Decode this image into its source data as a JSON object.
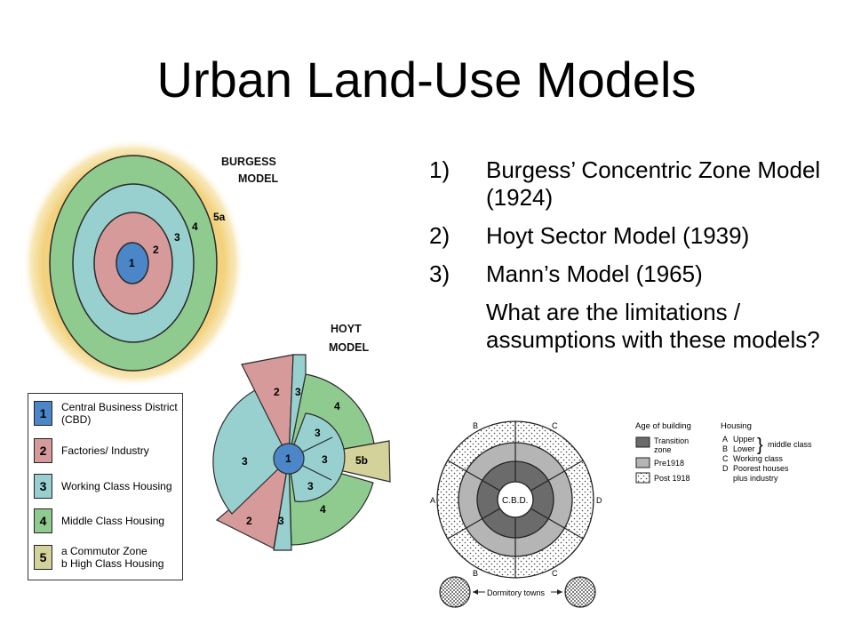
{
  "slide": {
    "title": "Urban Land-Use Models",
    "list": [
      {
        "num": "1)",
        "text": "Burgess’ Concentric Zone Model (1924)"
      },
      {
        "num": "2)",
        "text": "Hoyt Sector Model (1939)"
      },
      {
        "num": "3)",
        "text": "Mann’s Model (1965)"
      },
      {
        "num": "",
        "text": "What are the limitations / assumptions with these models?"
      }
    ]
  },
  "burgess": {
    "label_line1": "BURGESS",
    "label_line2": "MODEL",
    "zones": [
      "1",
      "2",
      "3",
      "4",
      "5a"
    ]
  },
  "hoyt": {
    "label_line1": "HOYT",
    "label_line2": "MODEL",
    "sector_labels": {
      "cbd": "1",
      "factories_top": "2",
      "working_top": "3",
      "middle_right": "4",
      "middle_inner_right": "3",
      "high_class": "5b",
      "inner_lower": "3",
      "middle_lower": "4",
      "working_left": "3",
      "factories_bottom": "2",
      "working_bottom": "3",
      "inner_top": "3"
    }
  },
  "legend": {
    "items": [
      {
        "num": "1",
        "label": "Central Business District\n(CBD)",
        "color": "#4a86c8"
      },
      {
        "num": "2",
        "label": "Factories/ Industry",
        "color": "#d79a9a"
      },
      {
        "num": "3",
        "label": "Working Class Housing",
        "color": "#98d0d0"
      },
      {
        "num": "4",
        "label": "Middle Class Housing",
        "color": "#8fca8f"
      },
      {
        "num": "5",
        "label": "a  Commutor Zone\nb  High Class Housing",
        "color": "#d2d29a"
      }
    ]
  },
  "mann": {
    "cbd_label": "C.B.D.",
    "sector_letters": {
      "top_left": "B",
      "top_right": "C",
      "left": "A",
      "right": "D",
      "bottom_left": "B",
      "bottom_right": "C"
    },
    "dormitory_label": "Dormitory towns",
    "age_heading": "Age of building",
    "age_items": [
      {
        "label": "Transition\nzone",
        "pattern": "dark"
      },
      {
        "label": "Pre1918",
        "pattern": "medium"
      },
      {
        "label": "Post 1918",
        "pattern": "dotted"
      }
    ],
    "housing_heading": "Housing",
    "housing_items": [
      {
        "letter": "A",
        "label": "Upper"
      },
      {
        "letter": "B",
        "label": "Lower"
      },
      {
        "letter": "C",
        "label": "Working class"
      },
      {
        "letter": "D",
        "label": "Poorest houses"
      },
      {
        "letter": "",
        "label": "plus industry"
      }
    ],
    "middle_class_label": "middle class"
  },
  "colors": {
    "cbd": "#4a86c8",
    "factories": "#d79a9a",
    "working": "#98d0d0",
    "middle": "#8fca8f",
    "highclass": "#d2d29a",
    "commuter_glow": "#f2d27e"
  }
}
